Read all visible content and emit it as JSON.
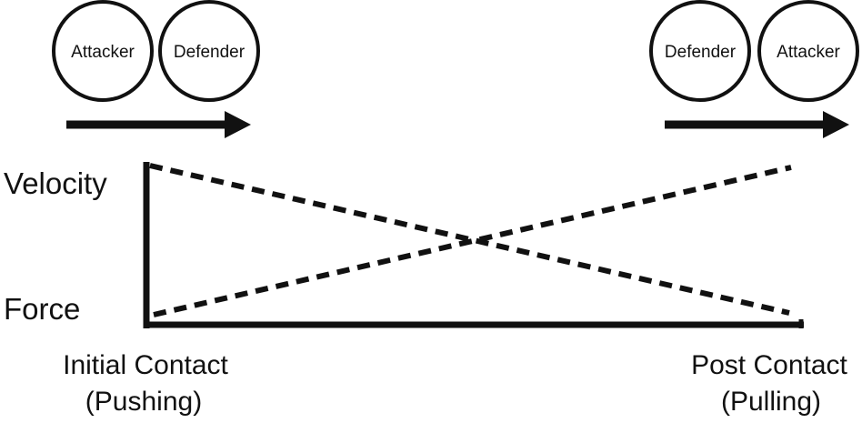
{
  "diagram": {
    "left_group": {
      "circles": [
        "Attacker",
        "Defender"
      ]
    },
    "right_group": {
      "circles": [
        "Defender",
        "Attacker"
      ]
    },
    "y_labels": {
      "top": "Velocity",
      "bottom": "Force"
    },
    "x_labels": {
      "left": [
        "Initial Contact",
        "(Pushing)"
      ],
      "right": [
        "Post Contact",
        "(Pulling)"
      ]
    },
    "colors": {
      "stroke": "#111111",
      "background": "#ffffff"
    }
  }
}
